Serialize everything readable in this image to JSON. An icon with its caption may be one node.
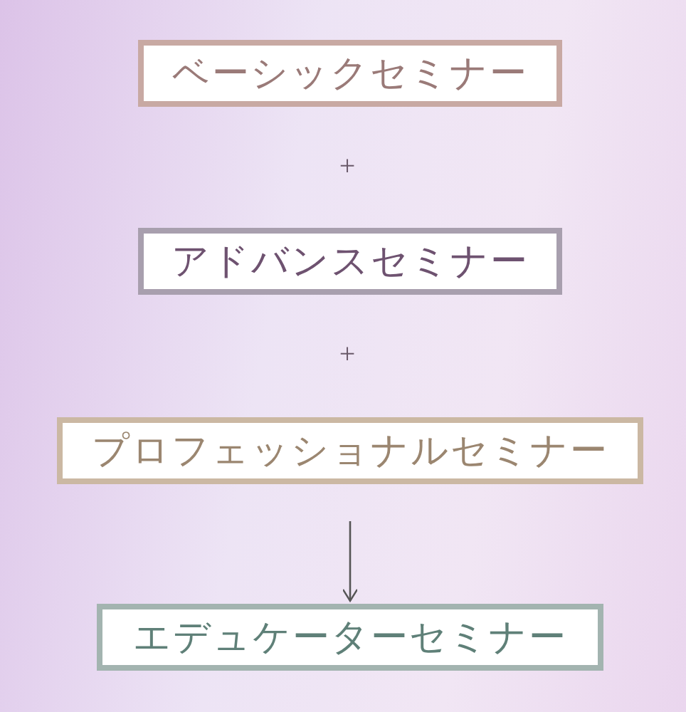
{
  "diagram": {
    "nodes": [
      {
        "text": [
          "ベーシックセミナー"
        ]
      },
      {
        "text": [
          "アドバンスセミナー"
        ]
      },
      {
        "text": [
          "プロフェッショナルセミナー"
        ]
      },
      {
        "text": [
          "エデュケーターセミナー"
        ]
      }
    ],
    "edges": [
      {
        "from": 2,
        "to": 3,
        "arrow": "to"
      }
    ],
    "labels": [
      "+",
      "+"
    ]
  }
}
